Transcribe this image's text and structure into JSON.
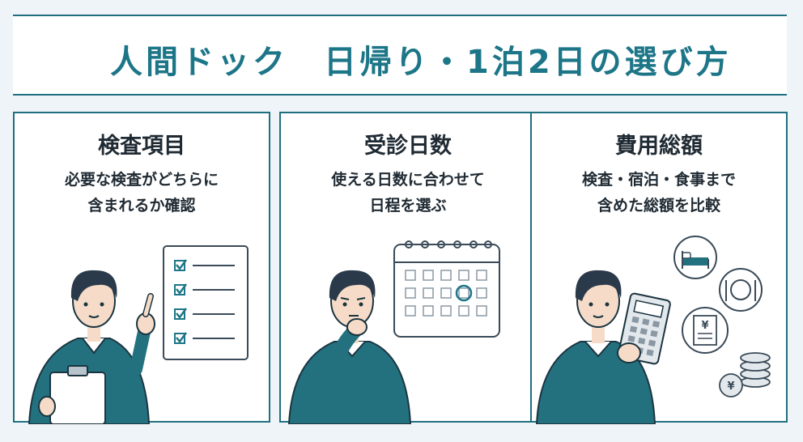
{
  "title": "人間ドック　日帰り・1泊2日の選び方",
  "panels": [
    {
      "heading": "検査項目",
      "lines": [
        "必要な検査がどちらに",
        "含まれるか確認"
      ],
      "icons": [
        "checklist-icon",
        "clipboard-icon",
        "pointing-hand-icon"
      ]
    },
    {
      "heading": "受診日数",
      "lines": [
        "使える日数に合わせて",
        "日程を選ぶ"
      ],
      "icons": [
        "calendar-icon",
        "thinking-hand-icon"
      ]
    },
    {
      "heading": "費用総額",
      "lines": [
        "検査・宿泊・食事まで",
        "含めた総額を比較"
      ],
      "icons": [
        "bed-icon",
        "fork-knife-plate-icon",
        "yen-receipt-icon",
        "coin-stack-icon",
        "calculator-icon"
      ],
      "yen_symbol": "¥"
    }
  ],
  "colors": {
    "accent": "#1d7688",
    "sweater": "#23717f",
    "border": "#1f6f80",
    "hair": "#2b3a4a",
    "skin": "#f6dcc8"
  }
}
